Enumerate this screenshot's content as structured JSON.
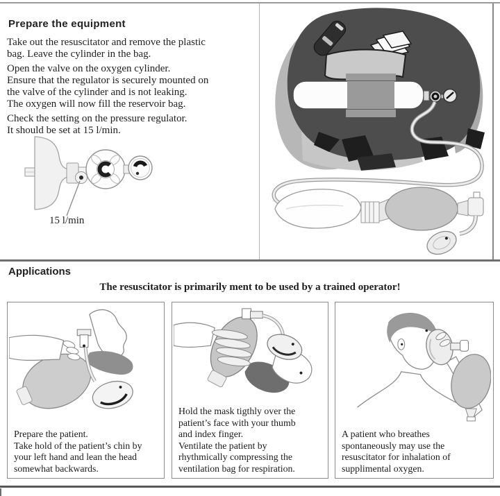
{
  "prepare": {
    "heading": "Prepare the equipment",
    "paragraphs": [
      "Take out the resuscitator and remove the plastic\nbag. Leave the cylinder in the bag.",
      "Open the valve on the oxygen cylinder.\nEnsure that the regulator is securely mounted on\nthe valve of the cylinder and is not leaking.\nThe oxygen will now fill the reservoir bag.",
      "Check the setting on the pressure regulator.\nIt should be set at 15 l/min."
    ],
    "flow_label": "15 l/min"
  },
  "applications": {
    "heading": "Applications",
    "warning": "The resuscitator is primarily ment to be used by a trained operator!",
    "panels": [
      {
        "caption": "Prepare the patient.\nTake hold of the patient’s chin by\nyour left hand and lean the head\nsomewhat backwards."
      },
      {
        "caption": "Hold the mask tigthly over the\npatient’s face with your thumb\nand index finger.\nVentilate the patient by\nrhythmically compressing the\nventilation bag for respiration."
      },
      {
        "caption": "A patient who breathes\nspontaneously may use the\nresuscitator for inhalation of\nsupplimental oxygen."
      }
    ]
  },
  "colors": {
    "page_bg": "#ffffff",
    "text": "#1f1f1f",
    "rule_gray": "#8a8a8a",
    "panel_border": "#8a8a8a",
    "bag_dark": "#4d4d4d",
    "bag_light": "#b7b7b7",
    "illustration_gray": "#c9c9c9"
  }
}
